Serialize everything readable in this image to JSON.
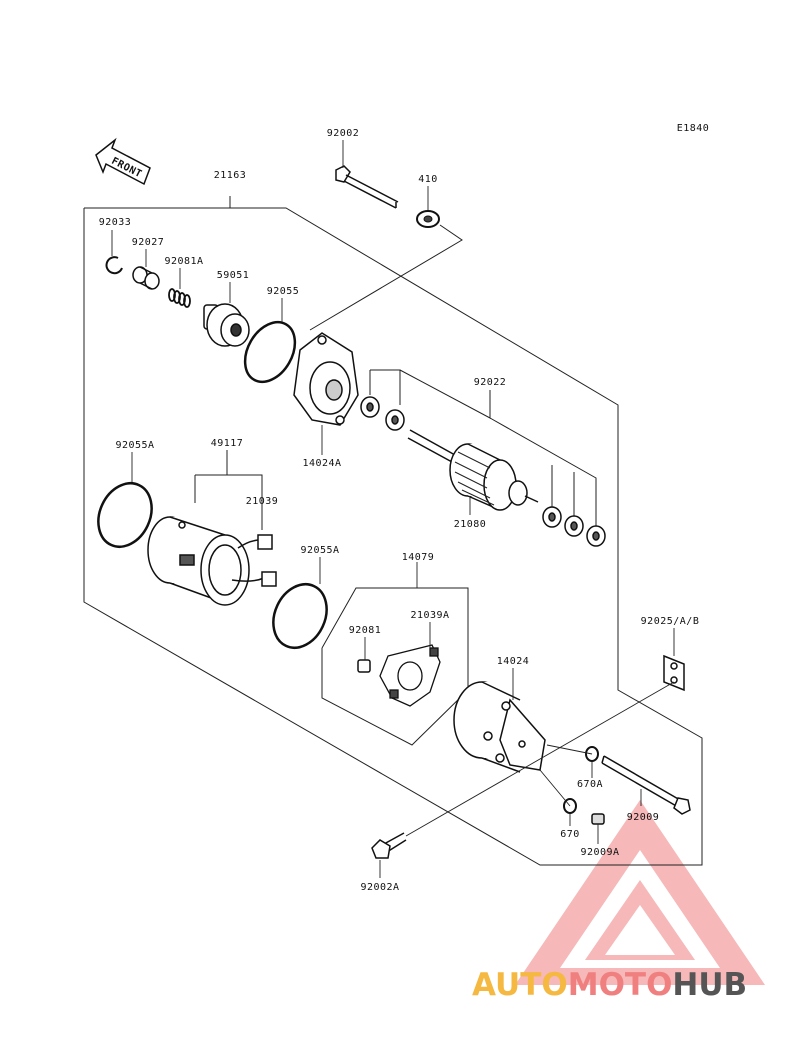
{
  "diagram_code": "E1840",
  "front_label": "FRONT",
  "watermark": {
    "part1": "AUTO",
    "part2": "MOTO",
    "part3": "HUB",
    "color1": "#f5b942",
    "color2": "#f08080",
    "color3": "#555555"
  },
  "labels": {
    "p92002": "92002",
    "p410": "410",
    "p21163": "21163",
    "p92033": "92033",
    "p92027": "92027",
    "p92081A": "92081A",
    "p59051": "59051",
    "p92055": "92055",
    "p14024A": "14024A",
    "p92022": "92022",
    "p21080": "21080",
    "p92055A_left": "92055A",
    "p49117": "49117",
    "p21039": "21039",
    "p92055A_mid": "92055A",
    "p14079": "14079",
    "p21039A": "21039A",
    "p92081": "92081",
    "p92025": "92025/A/B",
    "p14024": "14024",
    "p670A": "670A",
    "p670": "670",
    "p92009": "92009",
    "p92009A": "92009A",
    "p92002A": "92002A"
  }
}
